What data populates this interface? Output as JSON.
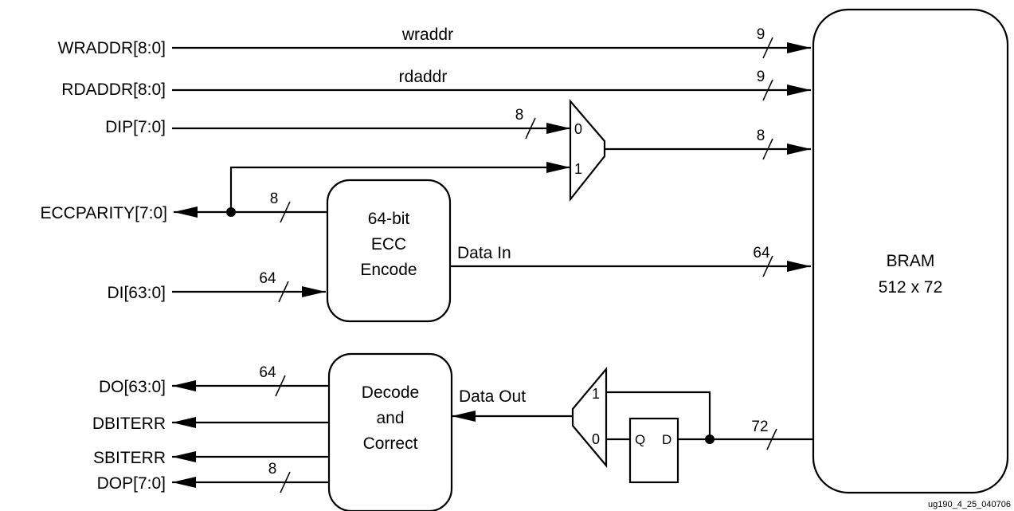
{
  "inputs": {
    "wraddr": "WRADDR[8:0]",
    "rdaddr": "RDADDR[8:0]",
    "dip": "DIP[7:0]",
    "eccparity": "ECCPARITY[7:0]",
    "di": "DI[63:0]"
  },
  "outputs": {
    "do": "DO[63:0]",
    "dbiterr": "DBITERR",
    "sbiterr": "SBITERR",
    "dop": "DOP[7:0]"
  },
  "signals": {
    "wraddr": "wraddr",
    "rdaddr": "rdaddr",
    "data_in": "Data In",
    "data_out": "Data Out"
  },
  "bus_widths": {
    "wraddr": "9",
    "rdaddr": "9",
    "dip_in": "8",
    "mux_out": "8",
    "ecc_parity": "8",
    "data_in": "64",
    "di": "64",
    "bram_out": "72",
    "do": "64",
    "dop": "8"
  },
  "blocks": {
    "encoder": [
      "64-bit",
      "ECC",
      "Encode"
    ],
    "decoder": [
      "Decode",
      "and",
      "Correct"
    ],
    "bram": [
      "BRAM",
      "512 x 72"
    ]
  },
  "mux_in": {
    "in0": "0",
    "in1": "1"
  },
  "mux_out": {
    "in1": "1",
    "in0": "0"
  },
  "flipflop": {
    "q": "Q",
    "d": "D"
  },
  "figure_id": "ug190_4_25_040706"
}
